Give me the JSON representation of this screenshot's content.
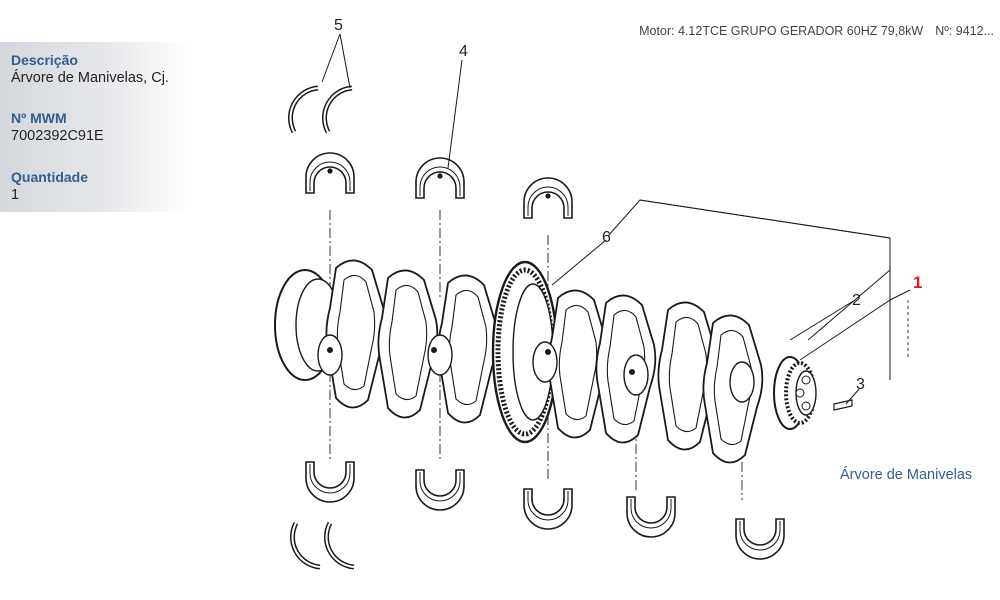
{
  "header": {
    "motor_label": "Motor:",
    "motor_value": "4.12TCE GRUPO GERADOR 60HZ 79,8kW",
    "number_label": "Nº:",
    "number_value": "9412..."
  },
  "details": {
    "description_label": "Descrição",
    "description_value": "Árvore de Manivelas, Cj.",
    "mwm_label": "Nº MWM",
    "mwm_value": "7002392C91E",
    "quantity_label": "Quantidade",
    "quantity_value": "1"
  },
  "diagram": {
    "callouts": [
      "5",
      "4",
      "6",
      "1",
      "2",
      "3"
    ],
    "highlight_color": "#e02020",
    "caption": "Árvore de Manivelas"
  }
}
